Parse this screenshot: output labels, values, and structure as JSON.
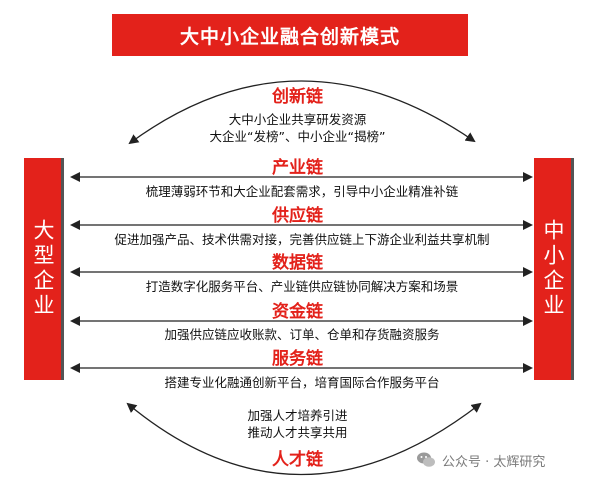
{
  "title": "大中小企业融合创新模式",
  "left_box": "大型企业",
  "right_box": "中小企业",
  "top_chain": {
    "label": "创新链",
    "lines": [
      "大中小企业共享研发资源",
      "大企业“发榜”、中小企业“揭榜”"
    ]
  },
  "chains": [
    {
      "label": "产业链",
      "desc": "梳理薄弱环节和大企业配套需求，引导中小企业精准补链"
    },
    {
      "label": "供应链",
      "desc": "促进加强产品、技术供需对接，完善供应链上下游企业利益共享机制"
    },
    {
      "label": "数据链",
      "desc": "打造数字化服务平台、产业链供应链协同解决方案和场景"
    },
    {
      "label": "资金链",
      "desc": "加强供应链应收账款、订单、仓单和存货融资服务"
    },
    {
      "label": "服务链",
      "desc": "搭建专业化融通创新平台，培育国际合作服务平台"
    }
  ],
  "bottom_chain": {
    "label": "人才链",
    "lines": [
      "加强人才培养引进",
      "推动人才共享共用"
    ]
  },
  "watermark": "公众号 · 太辉研究",
  "colors": {
    "accent": "#e3221b",
    "arrow": "#222222",
    "text": "#111111"
  }
}
